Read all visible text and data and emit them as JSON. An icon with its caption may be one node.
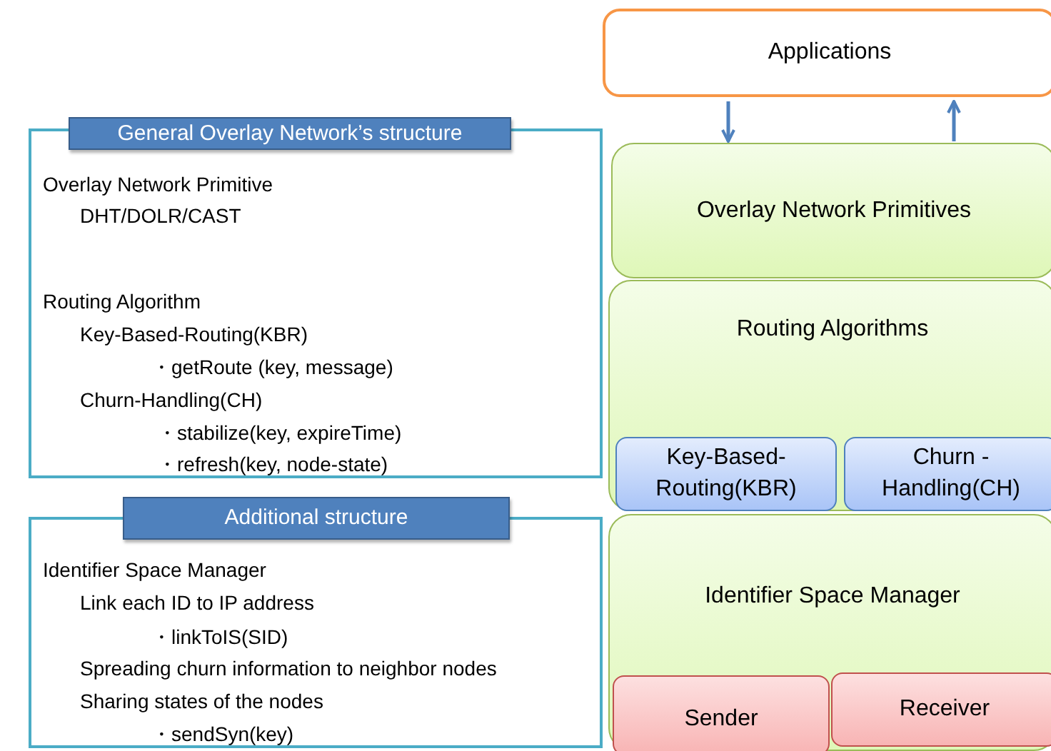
{
  "diagram": {
    "nodes": [
      {
        "text": [
          "General Overlay Network’s structure"
        ]
      },
      {
        "text": [
          "Overlay Network Primitive",
          "DHT/DOLR/CAST",
          "Routing Algorithm",
          "Key-Based-Routing(KBR)",
          "・getRoute (key, message)",
          "Churn-Handling(CH)",
          "・stabilize(key, expireTime)",
          "・refresh(key, node-state)"
        ]
      },
      {
        "text": [
          "Additional structure"
        ]
      },
      {
        "text": [
          "Identifier Space Manager",
          "Link  each ID to IP address",
          "・linkToIS(SID)",
          "Spreading churn information to neighbor nodes",
          "Sharing states of the nodes",
          "・sendSyn(key)"
        ]
      },
      {
        "text": [
          "Applications"
        ]
      },
      {
        "text": [
          "Overlay Network Primitives"
        ]
      },
      {
        "text": [
          "Routing Algorithms"
        ]
      },
      {
        "text": [
          "Key-Based- Routing(KBR)"
        ],
        "in": 6
      },
      {
        "text": [
          "Churn - Handling(CH)"
        ],
        "in": 6
      },
      {
        "text": [
          "Identifier Space Manager"
        ]
      },
      {
        "text": [
          "Sender"
        ],
        "in": 9
      },
      {
        "text": [
          "Receiver"
        ],
        "in": 9
      }
    ],
    "edges": [
      {
        "from": 4,
        "to": 5,
        "arrow": "to"
      },
      {
        "from": 5,
        "to": 4,
        "arrow": "to"
      }
    ]
  }
}
